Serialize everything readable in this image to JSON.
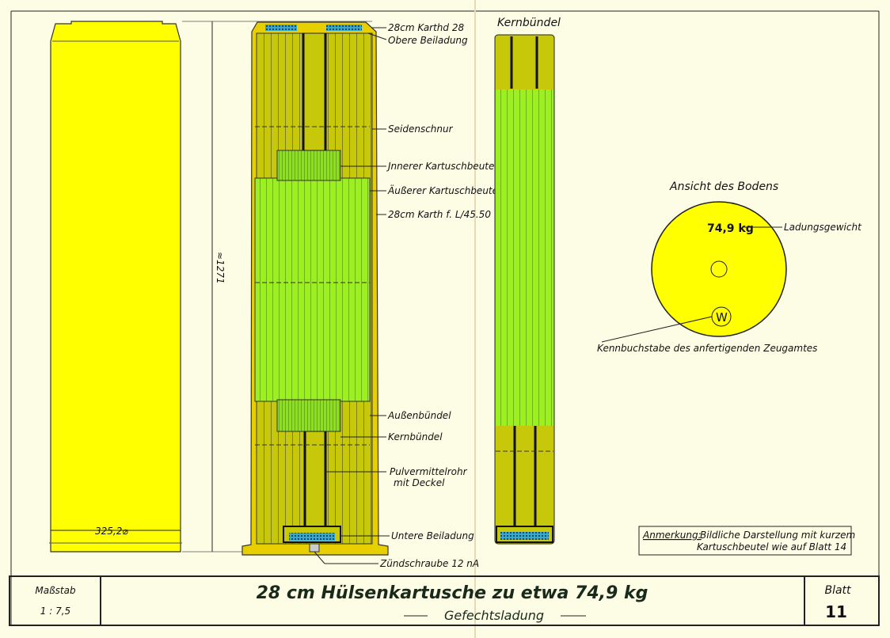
{
  "left_view": {
    "diameter": "325,2⌀",
    "length": "≈1271"
  },
  "section_labels": [
    "28cm Karthd 28",
    "Obere Beiladung",
    "Seidenschnur",
    "Jnnerer Kartuschbeutel.",
    "Äußerer Kartuschbeutel",
    "28cm Karth f. L/45.50",
    "Außenbündel",
    "Kernbündel",
    "Pulvermittelrohr",
    "mit Deckel",
    "Untere Beiladung",
    "Zündschraube 12 nA"
  ],
  "kernbuendel": {
    "title": "Kernbündel"
  },
  "base_view": {
    "title": "Ansicht des Bodens",
    "weight": "74,9 kg",
    "weight_label": "Ladungsgewicht",
    "letter": "W",
    "letter_label": "Kennbuchstabe des anfertigenden Zeugamtes"
  },
  "note": {
    "label": "Anmerkung:",
    "line1": "Bildliche Darstellung mit kurzem",
    "line2": "Kartuschbeutel wie auf Blatt 14"
  },
  "title_block": {
    "scale_label": "Maßstab",
    "scale_value": "1 : 7,5",
    "title": "28 cm Hülsenkartusche zu etwa 74,9 kg",
    "subtitle": "Gefechtsladung",
    "sheet_label": "Blatt",
    "sheet_number": "11"
  },
  "colors": {
    "case": "#ffff00",
    "olive": "#c8c80a",
    "green": "#9cf01e",
    "blue": "#3aa8c8"
  }
}
